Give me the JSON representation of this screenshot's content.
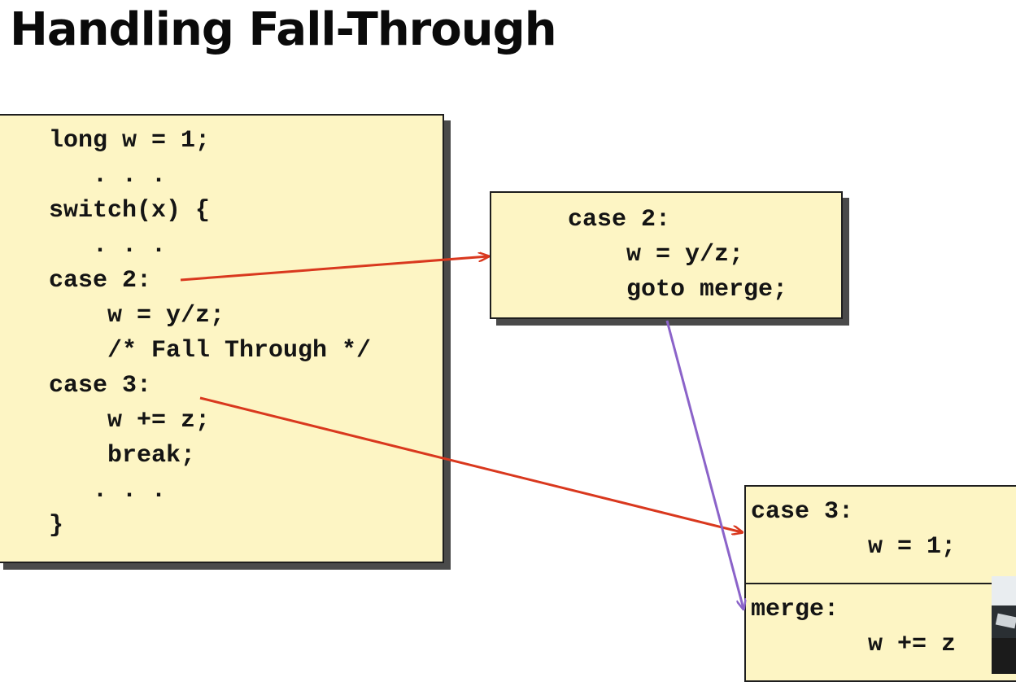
{
  "title": "Handling Fall-Through",
  "left_box": {
    "lines": [
      "long w = 1;",
      "   . . .",
      "switch(x) {",
      "   . . .",
      "case 2:",
      "    w = y/z;",
      "    /* Fall Through */",
      "case 3:",
      "    w += z;",
      "    break;",
      "   . . .",
      "}"
    ]
  },
  "case2_box": {
    "lines": [
      "case 2:",
      "    w = y/z;",
      "    goto merge;"
    ]
  },
  "case3_box": {
    "lines": [
      "case 3:",
      "        w = 1;"
    ]
  },
  "merge_box": {
    "lines": [
      "merge:",
      "        w += z"
    ]
  },
  "colors": {
    "box_fill": "#fdf5c4",
    "arrow_red": "#d9381e",
    "arrow_purple": "#8b63c9"
  }
}
